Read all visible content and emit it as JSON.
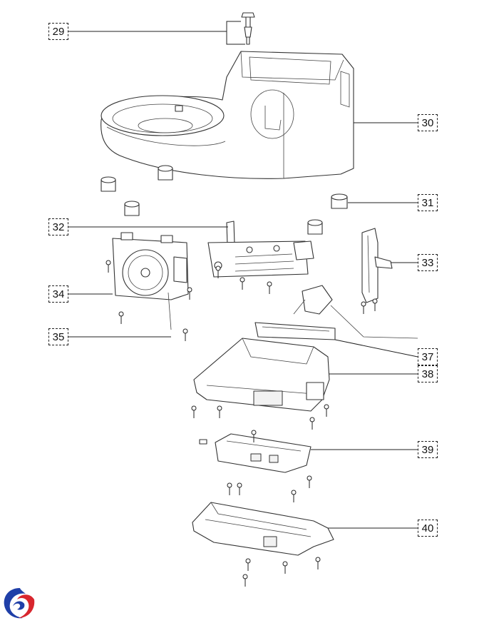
{
  "callouts": [
    {
      "id": "29",
      "label": "29"
    },
    {
      "id": "30",
      "label": "30"
    },
    {
      "id": "31",
      "label": "31"
    },
    {
      "id": "32",
      "label": "32"
    },
    {
      "id": "33",
      "label": "33"
    },
    {
      "id": "34",
      "label": "34"
    },
    {
      "id": "35",
      "label": "35"
    },
    {
      "id": "37",
      "label": "37"
    },
    {
      "id": "38",
      "label": "38"
    },
    {
      "id": "39",
      "label": "39"
    },
    {
      "id": "40",
      "label": "40"
    }
  ],
  "logo": {
    "icon": "swirl-logo-icon",
    "colors": [
      "#1f3fa8",
      "#d8262e"
    ]
  }
}
